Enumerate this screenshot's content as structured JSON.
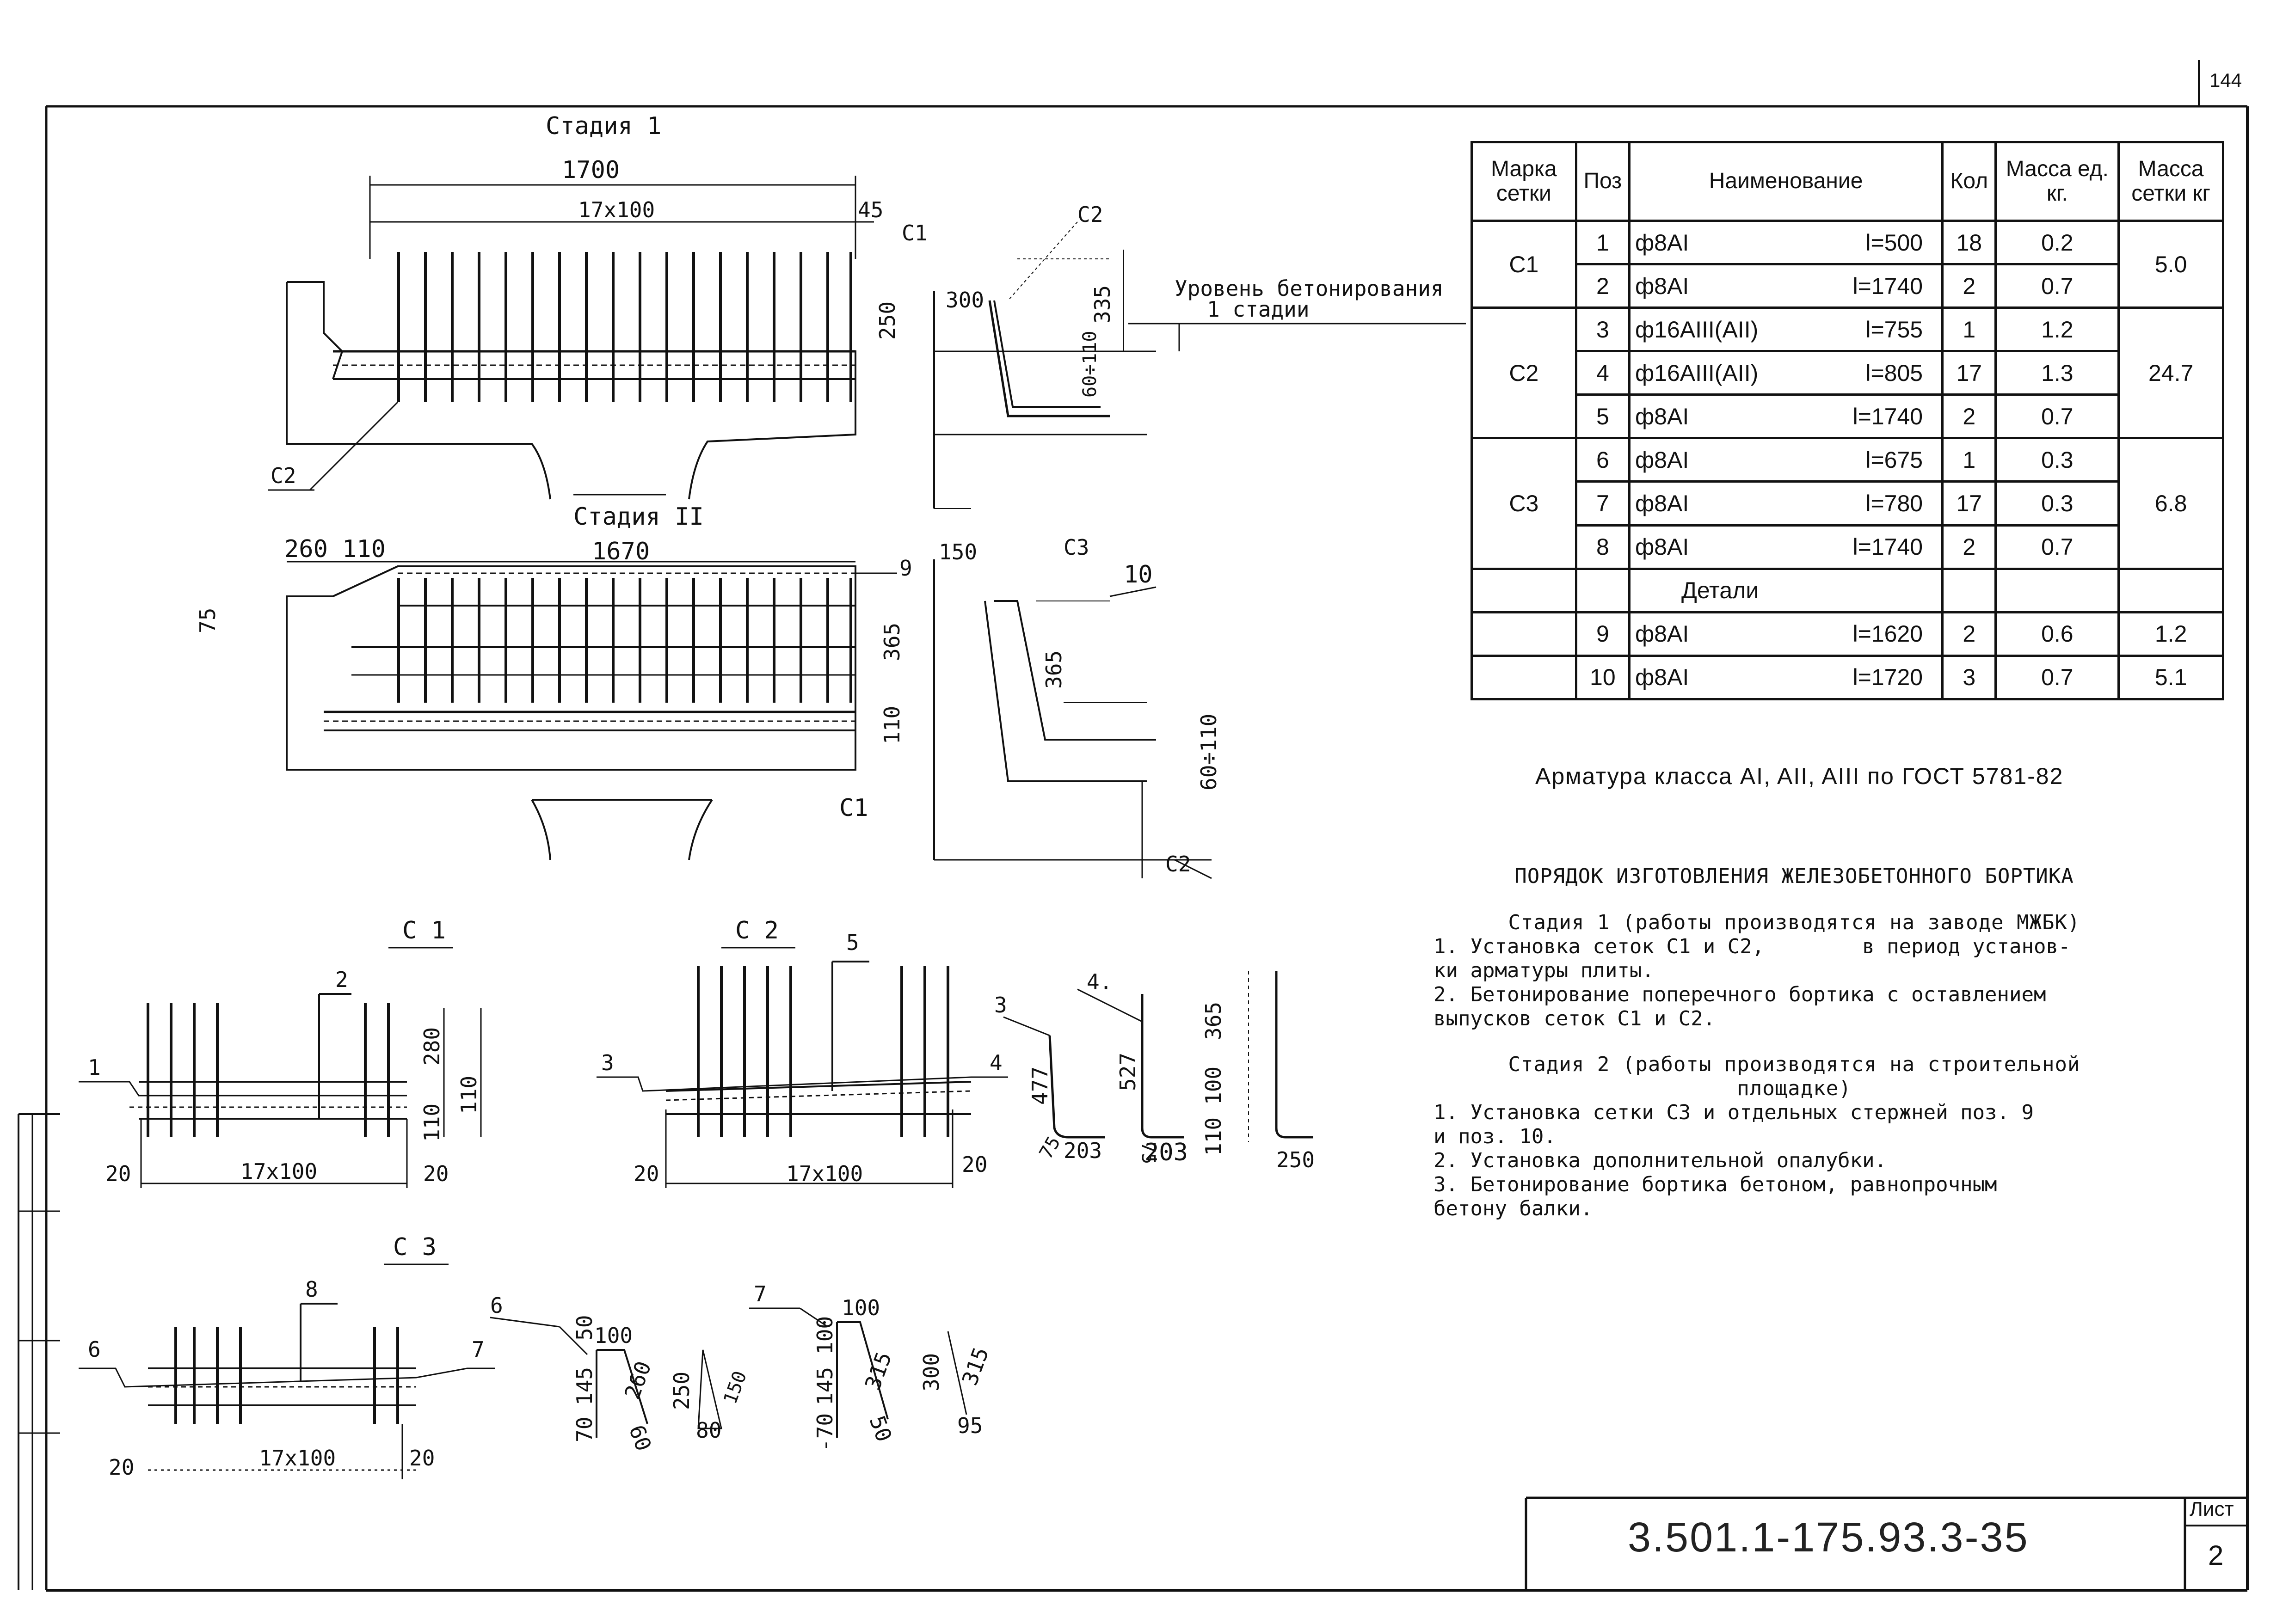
{
  "page_number": "144",
  "stage1": {
    "title": "Стадия 1",
    "dim_total": "1700",
    "dim_rebar": "17x100",
    "dim_end": "45",
    "leader_c2": "C2",
    "section_c1": "C1",
    "section_c2": "C2",
    "dim_300": "300",
    "dim_335": "335",
    "dim_250": "250",
    "dim_60_110": "60÷110",
    "level_line1": "Уровень бетонирования",
    "level_line2": "1 стадии"
  },
  "stage2": {
    "title": "Стадия II",
    "dim_260": "260",
    "dim_110": "110",
    "dim_total": "1670",
    "dim_75": "75",
    "pos_9": "9",
    "section_c3": "C3",
    "section_150": "150",
    "pos_10": "10",
    "dim_365": "365",
    "dim_365b": "365",
    "dim_110b": "110",
    "dim_60_110": "60÷110",
    "leader_c1": "C1",
    "leader_c2": "C2"
  },
  "mesh_c1": {
    "title": "C 1",
    "pos_1": "1",
    "pos_2": "2",
    "dim_280": "280",
    "dim_110": "110",
    "dim_110b": "110",
    "dim_20l": "20",
    "dim_span": "17x100",
    "dim_20r": "20"
  },
  "mesh_c2": {
    "title": "C 2",
    "pos_3": "3",
    "pos_4": "4",
    "pos_5": "5",
    "dim_20l": "20",
    "dim_span": "17x100",
    "dim_20r": "20"
  },
  "bars_c2": {
    "lbl_3": "3",
    "lbl_4": "4.",
    "dim_477": "477",
    "dim_527": "527",
    "dim_75": "75",
    "dim_75b": "75",
    "dim_203": "203",
    "dim_203b": "203",
    "dim_365": "365",
    "dim_100": "100",
    "dim_110": "110",
    "dim_250": "250"
  },
  "mesh_c3": {
    "title": "C 3",
    "pos_6": "6",
    "pos_7": "7",
    "pos_8": "8",
    "dim_20l": "20",
    "dim_span": "17x100",
    "dim_20r": "20"
  },
  "bars_c3": {
    "lbl_6": "6",
    "lbl_7": "7",
    "b6_70": "70",
    "b6_145": "145",
    "b6_50": "50",
    "b6_100": "100",
    "b6_260": "260",
    "b6_60": "60",
    "b6_250": "250",
    "b6_150": "150",
    "b6_80": "80",
    "b7_70": "-70",
    "b7_145": "145",
    "b7_100": "100",
    "b7_100b": "100",
    "b7_315": "315",
    "b7_50": "50",
    "b7_300": "300",
    "b7_315b": "315",
    "b7_95": "95"
  },
  "table": {
    "headers": [
      "Марка сетки",
      "Поз",
      "Наименование",
      "Кол",
      "Масса ед. кг.",
      "Масса сетки кг"
    ],
    "rows": [
      {
        "mark": "C1",
        "pos": "1",
        "name": "ф8AI",
        "len": "l=500",
        "qty": "18",
        "mass": "0.2",
        "total": "5.0"
      },
      {
        "mark": "",
        "pos": "2",
        "name": "ф8AI",
        "len": "l=1740",
        "qty": "2",
        "mass": "0.7",
        "total": ""
      },
      {
        "mark": "C2",
        "pos": "3",
        "name": "ф16AIII(AII)",
        "len": "l=755",
        "qty": "1",
        "mass": "1.2",
        "total": "24.7"
      },
      {
        "mark": "",
        "pos": "4",
        "name": "ф16AIII(AII)",
        "len": "l=805",
        "qty": "17",
        "mass": "1.3",
        "total": ""
      },
      {
        "mark": "",
        "pos": "5",
        "name": "ф8AI",
        "len": "l=1740",
        "qty": "2",
        "mass": "0.7",
        "total": ""
      },
      {
        "mark": "C3",
        "pos": "6",
        "name": "ф8AI",
        "len": "l=675",
        "qty": "1",
        "mass": "0.3",
        "total": "6.8"
      },
      {
        "mark": "",
        "pos": "7",
        "name": "ф8AI",
        "len": "l=780",
        "qty": "17",
        "mass": "0.3",
        "total": ""
      },
      {
        "mark": "",
        "pos": "8",
        "name": "ф8AI",
        "len": "l=1740",
        "qty": "2",
        "mass": "0.7",
        "total": ""
      }
    ],
    "details_label": "Детали",
    "details": [
      {
        "pos": "9",
        "name": "ф8AI",
        "len": "l=1620",
        "qty": "2",
        "mass": "0.6",
        "total": "1.2"
      },
      {
        "pos": "10",
        "name": "ф8AI",
        "len": "l=1720",
        "qty": "3",
        "mass": "0.7",
        "total": "5.1"
      }
    ]
  },
  "gost_note": "Арматура класса AI, AII, AIII по ГОСТ 5781-82",
  "procedure": {
    "title": "ПОРЯДОК ИЗГОТОВЛЕНИЯ ЖЕЛЕЗОБЕТОННОГО БОРТИКА",
    "stage1_head": "Стадия 1 (работы производятся на заводе МЖБК)",
    "stage1_items": [
      "1. Установка сеток C1 и C2,        в период установ-\nки арматуры плиты.",
      "2. Бетонирование поперечного бортика с оставлением\nвыпусков сеток C1 и C2."
    ],
    "stage2_head": "Стадия 2 (работы производятся на строительной\nплощадке)",
    "stage2_items": [
      "1. Установка сетки C3 и отдельных стержней поз. 9\nи поз. 10.",
      "2. Установка дополнительной опалубки.",
      "3. Бетонирование бортика бетоном, равнопрочным\nбетону балки."
    ]
  },
  "title_block": {
    "doc_code": "3.501.1-175.93.3-35",
    "sheet_label": "Лист",
    "sheet_number": "2"
  }
}
